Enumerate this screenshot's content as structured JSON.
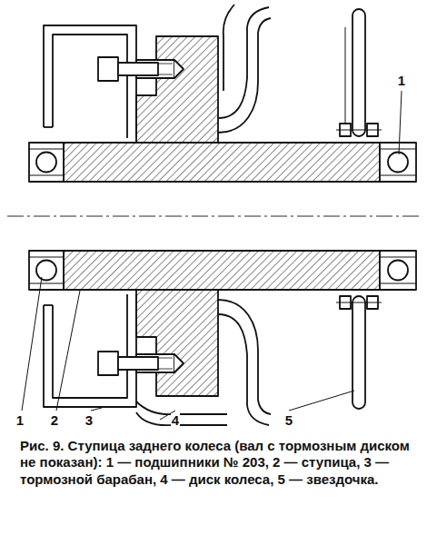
{
  "diagram": {
    "caption": "Рис. 9. Ступица заднего колеса (вал с тормозным диском не показан): 1 — подшипники № 203, 2 — ступица, 3 — тормозной барабан, 4 — диск колеса, 5 — звездочка.",
    "labels": [
      "1",
      "1",
      "2",
      "3",
      "4",
      "5"
    ]
  }
}
